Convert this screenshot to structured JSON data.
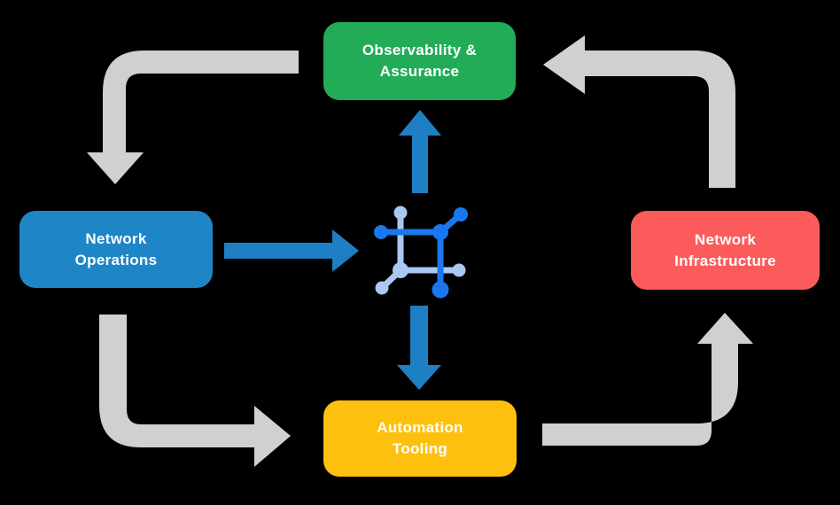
{
  "canvas": {
    "background": "#000000"
  },
  "boxes": {
    "observability": {
      "line1": "Observability &",
      "line2": "Assurance",
      "color": "#23AC58"
    },
    "network_operations": {
      "line1": "Network",
      "line2": "Operations",
      "color": "#1E86C6"
    },
    "network_infrastructure": {
      "line1": "Network",
      "line2": "Infrastructure",
      "color": "#FC5B5C"
    },
    "automation_tooling": {
      "line1": "Automation",
      "line2": "Tooling",
      "color": "#FEC00F"
    }
  },
  "icons": {
    "center": "network-mesh-icon"
  },
  "colors": {
    "cycle_arrow": "#D0D0D0",
    "flow_arrow": "#1E7FC4",
    "icon_dark": "#1A77F0",
    "icon_light": "#A9C9F3",
    "box_text": "#FFFFFF"
  }
}
